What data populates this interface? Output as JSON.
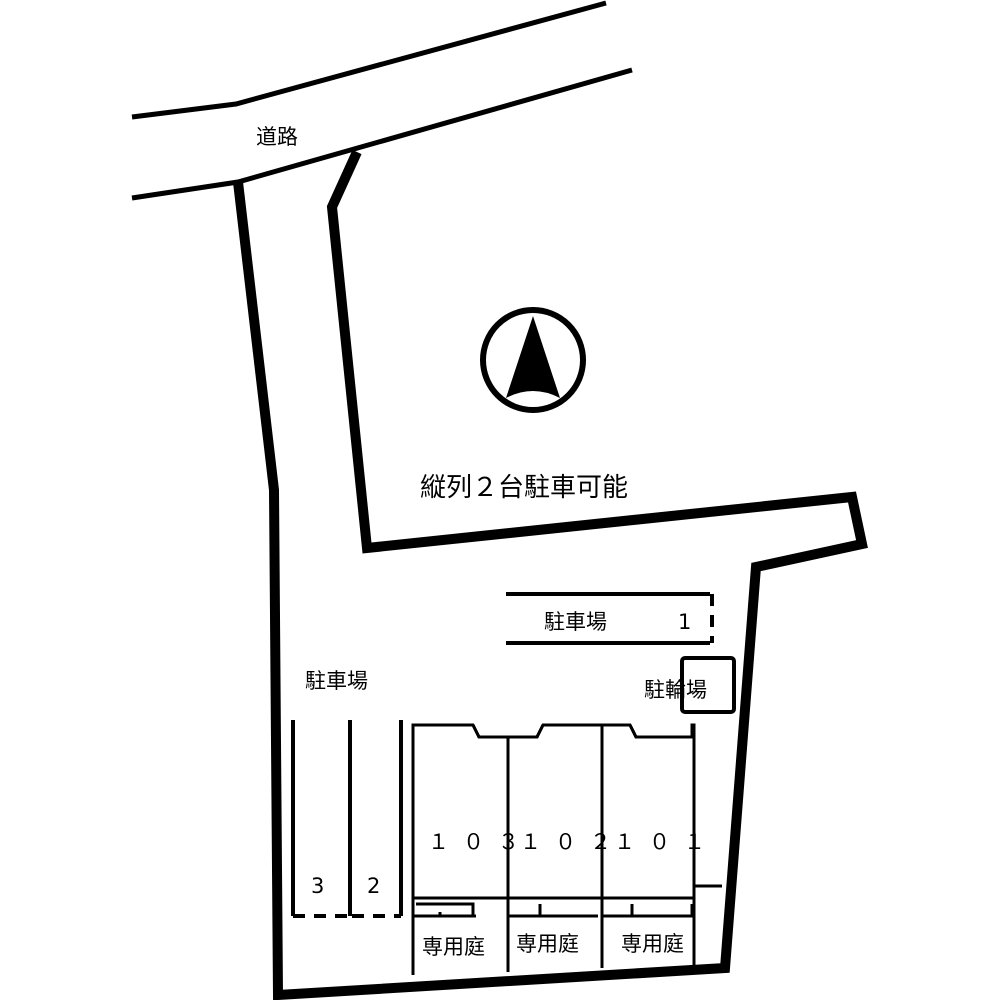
{
  "road_label": "道路",
  "tandem_note": "縦列２台駐車可能",
  "parking_label": "駐車場",
  "parking_label_top": "駐車場",
  "parking_slots": {
    "slot1": "1",
    "slot2": "2",
    "slot3": "3"
  },
  "bicycle_label": "駐輪場",
  "units": [
    {
      "number": "１０３",
      "garden": "専用庭"
    },
    {
      "number": "１０２",
      "garden": "専用庭"
    },
    {
      "number": "１０１",
      "garden": "専用庭"
    }
  ],
  "icons": {
    "north": "north-arrow-icon"
  },
  "colors": {
    "line": "#000000",
    "background": "#ffffff"
  }
}
